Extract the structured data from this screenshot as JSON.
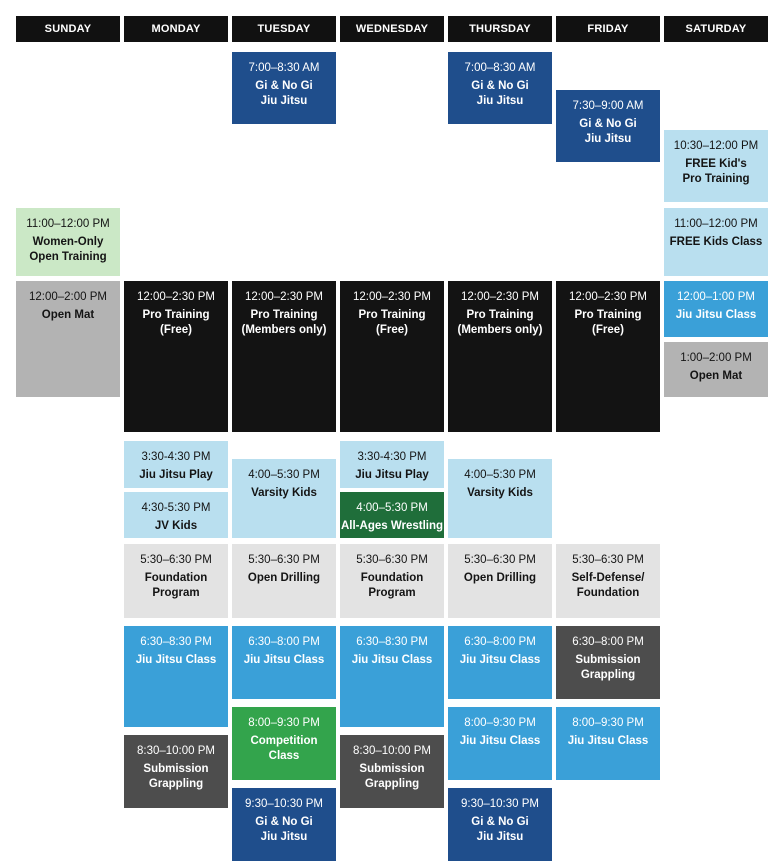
{
  "days": [
    "SUNDAY",
    "MONDAY",
    "TUESDAY",
    "WEDNESDAY",
    "THURSDAY",
    "FRIDAY",
    "SATURDAY"
  ],
  "blocks": [
    {
      "time": "7:00–8:30 AM",
      "name": "Gi & No Gi\nJiu Jitsu",
      "style": "navy"
    },
    {
      "time": "7:00–8:30 AM",
      "name": "Gi & No Gi\nJiu Jitsu",
      "style": "navy"
    },
    {
      "time": "7:30–9:00 AM",
      "name": "Gi & No Gi\nJiu Jitsu",
      "style": "navy"
    },
    {
      "time": "10:30–12:00 PM",
      "name": "FREE Kid's\nPro Training",
      "style": "lblue"
    },
    {
      "time": "11:00–12:00 PM",
      "name": "Women-Only\nOpen Training",
      "style": "lgreen"
    },
    {
      "time": "11:00–12:00 PM",
      "name": "FREE Kids Class",
      "style": "lblue"
    },
    {
      "time": "12:00–2:00 PM",
      "name": "Open Mat",
      "style": "gray"
    },
    {
      "time": "12:00–2:30 PM",
      "name": "Pro Training\n(Free)",
      "style": "black"
    },
    {
      "time": "12:00–2:30 PM",
      "name": "Pro Training\n(Members only)",
      "style": "black"
    },
    {
      "time": "12:00–2:30 PM",
      "name": "Pro Training\n(Free)",
      "style": "black"
    },
    {
      "time": "12:00–2:30 PM",
      "name": "Pro Training\n(Members only)",
      "style": "black"
    },
    {
      "time": "12:00–2:30 PM",
      "name": "Pro Training\n(Free)",
      "style": "black"
    },
    {
      "time": "12:00–1:00 PM",
      "name": "Jiu Jitsu Class",
      "style": "mblue"
    },
    {
      "time": "1:00–2:00 PM",
      "name": "Open Mat",
      "style": "gray"
    },
    {
      "time": "3:30-4:30 PM",
      "name": "Jiu Jitsu Play",
      "style": "lblue"
    },
    {
      "time": "3:30-4:30 PM",
      "name": "Jiu Jitsu Play",
      "style": "lblue"
    },
    {
      "time": "4:30-5:30 PM",
      "name": "JV Kids",
      "style": "lblue"
    },
    {
      "time": "4:00–5:30 PM",
      "name": "Varsity Kids",
      "style": "lblue"
    },
    {
      "time": "4:00–5:30 PM",
      "name": "Varsity Kids",
      "style": "lblue"
    },
    {
      "time": "4:00–5:30 PM",
      "name": "All-Ages Wrestling",
      "style": "dgreen"
    },
    {
      "time": "5:30–6:30 PM",
      "name": "Foundation\nProgram",
      "style": "lgray"
    },
    {
      "time": "5:30–6:30 PM",
      "name": "Open Drilling",
      "style": "lgray"
    },
    {
      "time": "5:30–6:30 PM",
      "name": "Foundation\nProgram",
      "style": "lgray"
    },
    {
      "time": "5:30–6:30 PM",
      "name": "Open Drilling",
      "style": "lgray"
    },
    {
      "time": "5:30–6:30 PM",
      "name": "Self-Defense/\nFoundation",
      "style": "lgray"
    },
    {
      "time": "6:30–8:30 PM",
      "name": "Jiu Jitsu Class",
      "style": "mblue"
    },
    {
      "time": "6:30–8:00 PM",
      "name": "Jiu Jitsu Class",
      "style": "mblue"
    },
    {
      "time": "6:30–8:30 PM",
      "name": "Jiu Jitsu Class",
      "style": "mblue"
    },
    {
      "time": "6:30–8:00 PM",
      "name": "Jiu Jitsu Class",
      "style": "mblue"
    },
    {
      "time": "6:30–8:00 PM",
      "name": "Submission\nGrappling",
      "style": "dgray"
    },
    {
      "time": "8:00–9:30 PM",
      "name": "Competition\nClass",
      "style": "green"
    },
    {
      "time": "8:00–9:30 PM",
      "name": "Jiu Jitsu Class",
      "style": "mblue"
    },
    {
      "time": "8:00–9:30 PM",
      "name": "Jiu Jitsu Class",
      "style": "mblue"
    },
    {
      "time": "8:30–10:00 PM",
      "name": "Submission\nGrappling",
      "style": "dgray"
    },
    {
      "time": "8:30–10:00 PM",
      "name": "Submission\nGrappling",
      "style": "dgray"
    },
    {
      "time": "9:30–10:30 PM",
      "name": "Gi & No Gi\nJiu Jitsu",
      "style": "navy"
    },
    {
      "time": "9:30–10:30 PM",
      "name": "Gi & No Gi\nJiu Jitsu",
      "style": "navy"
    }
  ]
}
